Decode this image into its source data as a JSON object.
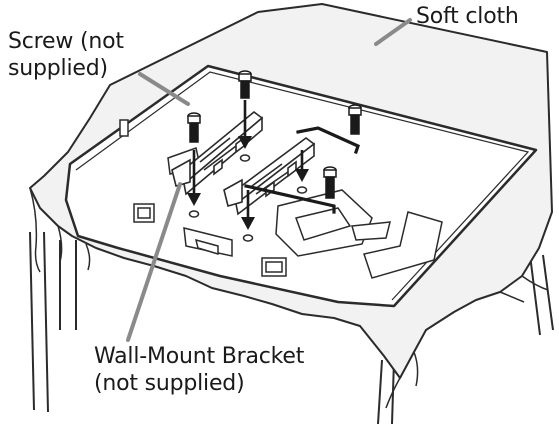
{
  "labels": {
    "soft_cloth": "Soft cloth",
    "screw_line1": "Screw (not",
    "screw_line2": "supplied)",
    "bracket_line1": "Wall-Mount Bracket",
    "bracket_line2": "(not supplied)"
  },
  "colors": {
    "line": "#2b2b2b",
    "cloth_fill": "#f2f2f2",
    "tv_back_fill": "#ffffff",
    "leader": "#8a8a8a"
  },
  "icons": {
    "screw": "screw-icon",
    "arrow": "down-arrow-icon",
    "bracket": "wall-mount-bracket"
  }
}
